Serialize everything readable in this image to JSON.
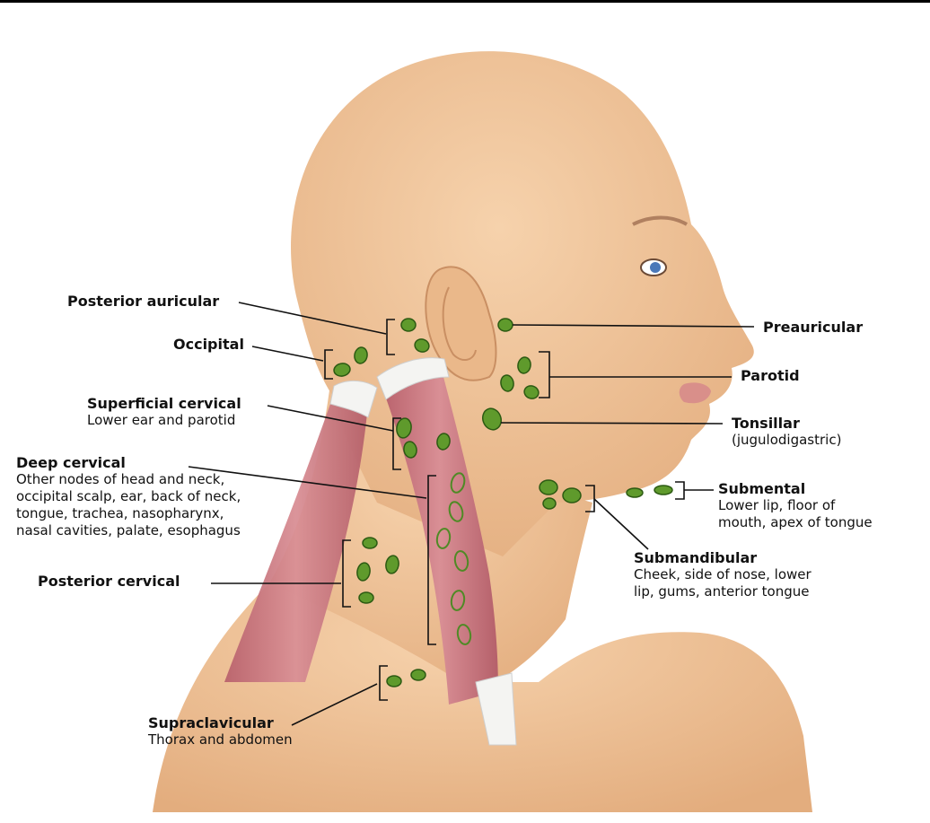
{
  "colors": {
    "skin": "#f1c69c",
    "skin_shadow": "#e0a878",
    "muscle": "#cf8088",
    "tendon": "#f2f2ef",
    "node_fill": "#5f9a2c",
    "node_stroke": "#2c5a12",
    "line": "#111111"
  },
  "labels": {
    "posterior_auricular": {
      "title": "Posterior auricular"
    },
    "occipital": {
      "title": "Occipital"
    },
    "superficial_cervical": {
      "title": "Superficial cervical",
      "desc": [
        "Lower ear and parotid"
      ]
    },
    "deep_cervical": {
      "title": "Deep cervical",
      "desc": [
        "Other nodes of head and neck,",
        "occipital scalp, ear, back of neck,",
        "tongue, trachea, nasopharynx,",
        "nasal cavities, palate, esophagus"
      ]
    },
    "posterior_cervical": {
      "title": "Posterior cervical"
    },
    "supraclavicular": {
      "title": "Supraclavicular",
      "desc": [
        "Thorax and abdomen"
      ]
    },
    "preauricular": {
      "title": "Preauricular"
    },
    "parotid": {
      "title": "Parotid"
    },
    "tonsillar": {
      "title": "Tonsillar",
      "desc": [
        "(jugulodigastric)"
      ]
    },
    "submental": {
      "title": "Submental",
      "desc": [
        "Lower lip, floor of",
        "mouth, apex of tongue"
      ]
    },
    "submandibular": {
      "title": "Submandibular",
      "desc": [
        "Cheek, side of nose, lower",
        "lip, gums, anterior tongue"
      ]
    }
  },
  "icons": [
    "head-illustration",
    "lymph-node-icon"
  ]
}
